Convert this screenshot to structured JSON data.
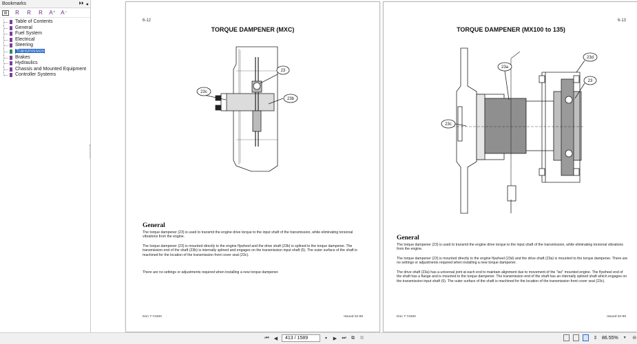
{
  "sidebar": {
    "title": "Bookmarks",
    "header_controls": [
      "⏵⏵",
      "◂"
    ],
    "tools": [
      "▤",
      "R",
      "R",
      "R",
      "A⁺",
      "A⁻"
    ],
    "items": [
      {
        "label": "Table of Contents"
      },
      {
        "label": "General"
      },
      {
        "label": "Fuel System"
      },
      {
        "label": "Electrical"
      },
      {
        "label": "Steering"
      },
      {
        "label": "Transmission"
      },
      {
        "label": "Brakes"
      },
      {
        "label": "Hydraulics"
      },
      {
        "label": "Chassis and Mounted Equipment"
      },
      {
        "label": "Controller Systems"
      }
    ],
    "selected_index": 5
  },
  "pages": {
    "left": {
      "number": "6-12",
      "title": "TORQUE DAMPENER (MXC)",
      "callouts": [
        "23",
        "23c",
        "23b"
      ],
      "heading": "General",
      "paragraphs": [
        "The torque dampener (23) is used to transmit the engine drive torque to the input shaft of the transmission, while eliminating torsional vibrations from the engine.",
        "The torque dampener (23) is mounted directly to the engine flywheel and the drive shaft (23b) is splined to the torque dampener. The transmission end of the shaft (23b) is internally splined and engages on the transmission input shaft (5). The outer surface of the shaft is machined for the location of the transmission front cover seal (23c).",
        "There are no settings or adjustments required when installing a new torque dampener."
      ],
      "footer_left": "Don 7-72260",
      "footer_right": "Issued 02-99"
    },
    "right": {
      "number": "6-13",
      "title": "TORQUE DAMPENER (MX100 to 135)",
      "callouts": [
        "23a",
        "23d",
        "23",
        "23c"
      ],
      "heading": "General",
      "paragraphs": [
        "The torque dampener (23) is used to transmit the engine drive torque to the input shaft of the transmission, while eliminating torsional vibrations from the engine.",
        "The torque dampener (23) is mounted directly to the engine flywheel (23d) and the drive shaft (23a) is mounted to the torque dampener. There are no settings or adjustments required when installing a new torque dampener.",
        "The drive shaft (23a) has a universal joint at each end to maintain alignment due to movement of the \"iso\" mounted engine. The flywheel end of the shaft has a flange and is mounted to the torque dampener. The transmission end of the shaft has an internally splined shaft which engages on the transmission input shaft (5). The outer surface of the shaft is machined for the location of the transmission front cover seal (23c)."
      ],
      "footer_left": "Don 7-72260",
      "footer_right": "Issued 02-99"
    }
  },
  "toolbar": {
    "page_indicator": "413 / 1589",
    "zoom": "86.55%"
  }
}
